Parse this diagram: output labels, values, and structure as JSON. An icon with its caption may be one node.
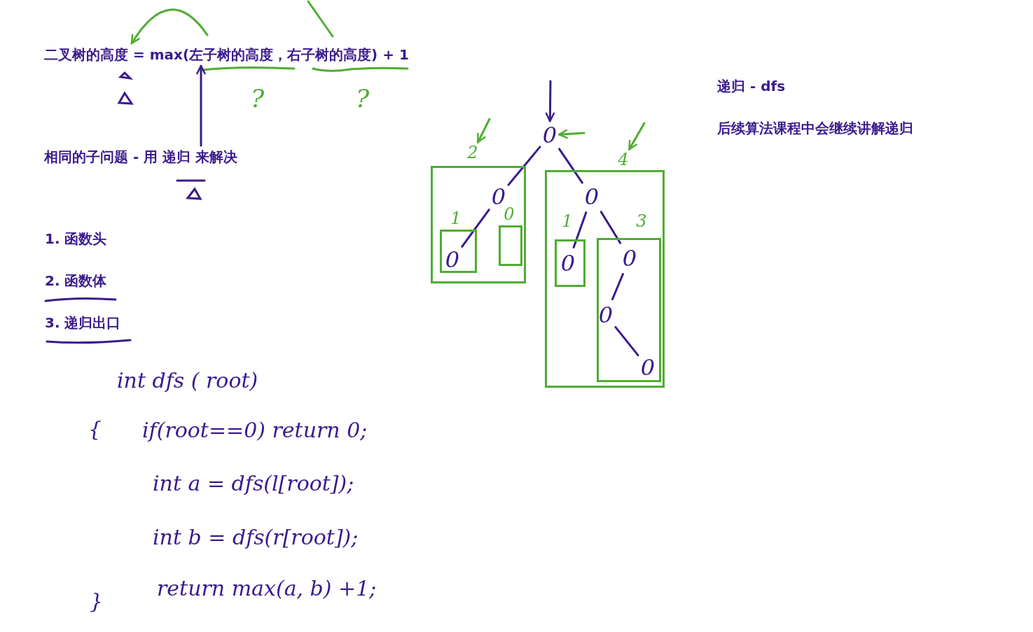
{
  "diagram": {
    "nodes": [
      {
        "text": [
          "0"
        ]
      },
      {
        "text": [
          "2"
        ]
      },
      {
        "text": [
          "0"
        ],
        "in": 1
      },
      {
        "text": [
          "1"
        ],
        "in": 1
      },
      {
        "text": [
          "0"
        ],
        "in": 3
      },
      {
        "text": [
          "0"
        ],
        "in": 1
      },
      {
        "text": [
          "4"
        ]
      },
      {
        "text": [
          "0"
        ],
        "in": 6
      },
      {
        "text": [
          "1"
        ],
        "in": 6
      },
      {
        "text": [
          "0"
        ],
        "in": 8
      },
      {
        "text": [
          "3"
        ],
        "in": 6
      },
      {
        "text": [
          "0"
        ],
        "in": 10
      },
      {
        "text": [
          "0"
        ],
        "in": 10
      },
      {
        "text": [
          "0"
        ],
        "in": 10
      },
      {
        "text": [
          "二叉树的高度 = max(左子树的高度，右子树的高度) + 1"
        ]
      },
      {
        "text": [
          "相同的子问题 - 用 递归 来解决"
        ]
      }
    ],
    "edges": [
      {
        "from": 0,
        "to": 2,
        "arrow": "none"
      },
      {
        "from": 0,
        "to": 7,
        "arrow": "none"
      },
      {
        "from": 2,
        "to": 4,
        "arrow": "none"
      },
      {
        "from": 7,
        "to": 9,
        "arrow": "none"
      },
      {
        "from": 7,
        "to": 11,
        "arrow": "none"
      },
      {
        "from": 11,
        "to": 12,
        "arrow": "none"
      },
      {
        "from": 12,
        "to": 13,
        "arrow": "none"
      },
      {
        "from": null,
        "to": 0,
        "arrow": "to"
      },
      {
        "from": null,
        "to": 0,
        "arrow": "to",
        "color": "#4fad32"
      },
      {
        "from": null,
        "to": 1,
        "arrow": "to",
        "color": "#4fad32"
      },
      {
        "from": null,
        "to": 6,
        "arrow": "to",
        "color": "#4fad32"
      },
      {
        "from": 15,
        "to": 14,
        "arrow": "to"
      },
      {
        "from": null,
        "to": 14,
        "arrow": "to",
        "color": "#4fad32"
      }
    ],
    "labels": [
      "?",
      "?",
      "1. 函数头",
      "2. 函数体",
      "3. 递归出口",
      "递归 - dfs",
      "后续算法课程中会继续讲解递归",
      "int dfs ( root)",
      "{",
      "if(root==0) return 0;",
      "int a = dfs(l[root]);",
      "int b = dfs(r[root]);",
      "return max(a, b) +1;",
      "}"
    ]
  }
}
